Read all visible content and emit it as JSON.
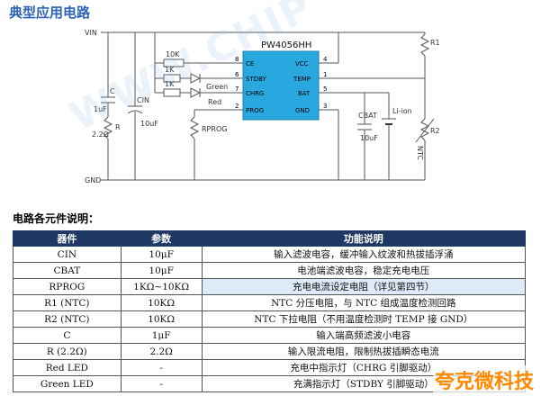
{
  "page_title": "典型应用电路",
  "watermark": "WWW.CHIP",
  "schematic": {
    "chip_name": "PW4056HH",
    "rail_vin": "VIN",
    "rail_gnd": "GND",
    "pins_left": [
      {
        "num": "8",
        "name": "CE"
      },
      {
        "num": "6",
        "name": "STDBY"
      },
      {
        "num": "7",
        "name": "CHRG"
      },
      {
        "num": "2",
        "name": "PROG"
      }
    ],
    "pins_right": [
      {
        "num": "4",
        "name": "VCC"
      },
      {
        "num": "1",
        "name": "TEMP"
      },
      {
        "num": "5",
        "name": "BAT"
      },
      {
        "num": "3",
        "name": "GND"
      }
    ],
    "r_10k": "10K",
    "r_1k_a": "1K",
    "r_1k_b": "1K",
    "led_green": "Green",
    "led_red": "Red",
    "c_label": "C",
    "c_value": "1uF",
    "r_label": "R",
    "r_value": "2.2Ω",
    "cin_label": "CIN",
    "cin_value": "10uF",
    "rprog_label": "RPROG",
    "cbat_label": "CBAT",
    "cbat_value": "10uF",
    "battery_label": "Li-ion",
    "r1_label": "R1",
    "r2_label": "R2",
    "ntc_label": "NTC"
  },
  "section_title": "电路各元件说明：",
  "table": {
    "headers": [
      "器件",
      "参数",
      "功能说明"
    ],
    "rows": [
      [
        "CIN",
        "10μF",
        "输入滤波电容，缓冲输入纹波和热拔插浮涌"
      ],
      [
        "CBAT",
        "10μF",
        "电池端滤波电容，稳定充电电压"
      ],
      [
        "RPROG",
        "1KΩ~10KΩ",
        "充电电流设定电阻（详见第四节）"
      ],
      [
        "R1 (NTC)",
        "10KΩ",
        "NTC 分压电阻，与 NTC 组成温度检测回路"
      ],
      [
        "R2 (NTC)",
        "10KΩ",
        "NTC 下拉电阻（不用温度检测时 TEMP 接 GND）"
      ],
      [
        "C",
        "1μF",
        "输入端高频滤波小电容"
      ],
      [
        "R (2.2Ω)",
        "2.2Ω",
        "输入限流电阻，限制热拔插瞬态电流"
      ],
      [
        "Red LED",
        "-",
        "充电中指示灯（CHRG 引脚驱动）"
      ],
      [
        "Green LED",
        "-",
        "充满指示灯（STDBY 引脚驱动）"
      ]
    ]
  },
  "brand_mark": "夸克微科技",
  "colors": {
    "chip_fill": "#29a8e0",
    "title": "#2e63b6",
    "header_bg": "#1f3864",
    "highlight_row": "#ddeaf7",
    "brand": "#ff8a00"
  }
}
